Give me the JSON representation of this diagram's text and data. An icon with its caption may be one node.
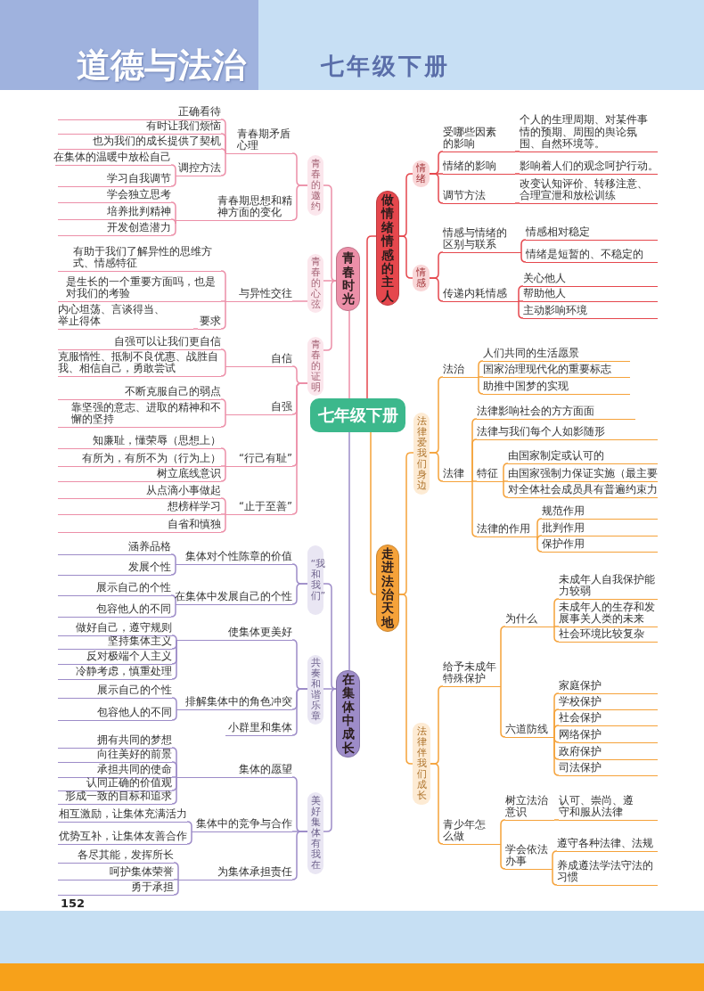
{
  "diagram": {
    "title": "道德与法治",
    "nodes": [
      {
        "text": [
          "七年级下册"
        ]
      },
      {
        "text": [
          "青春时光"
        ]
      },
      {
        "text": [
          "青春的邀约"
        ]
      },
      {
        "text": [
          "青春期矛盾心理"
        ]
      },
      {
        "text": [
          "正确看待"
        ]
      },
      {
        "text": [
          "有时让我们烦恼"
        ]
      },
      {
        "text": [
          "也为我们的成长提供了契机"
        ]
      },
      {
        "text": [
          "调控方法"
        ]
      },
      {
        "text": [
          "在集体的温暖中放松自己"
        ]
      },
      {
        "text": [
          "学习自我调节"
        ]
      },
      {
        "text": [
          "青春期思想和精神方面的变化"
        ]
      },
      {
        "text": [
          "学会独立思考"
        ]
      },
      {
        "text": [
          "培养批判精神"
        ]
      },
      {
        "text": [
          "开发创造潜力"
        ]
      },
      {
        "text": [
          "青春的心弦"
        ]
      },
      {
        "text": [
          "与异性交往"
        ]
      },
      {
        "text": [
          "有助于我们了解异性的思维方式、情感特征"
        ]
      },
      {
        "text": [
          "是生长的一个重要方面吗，也是对我们的考验"
        ]
      },
      {
        "text": [
          "要求"
        ]
      },
      {
        "text": [
          "内心坦荡、言谈得当、举止得体"
        ]
      },
      {
        "text": [
          "青春的证明"
        ]
      },
      {
        "text": [
          "自信"
        ]
      },
      {
        "text": [
          "自强可以让我们更自信"
        ]
      },
      {
        "text": [
          "克服惰性、抵制不良优惠、战胜自我、相信自己，勇敢尝试"
        ]
      },
      {
        "text": [
          "自强"
        ]
      },
      {
        "text": [
          "不断克服自己的弱点"
        ]
      },
      {
        "text": [
          "靠坚强的意志、进取的精神和不懈的坚持"
        ]
      },
      {
        "text": [
          "“行己有耻”"
        ]
      },
      {
        "text": [
          "知廉耻，懂荣辱（思想上）"
        ]
      },
      {
        "text": [
          "有所为，有所不为（行为上）"
        ]
      },
      {
        "text": [
          "树立底线意识"
        ]
      },
      {
        "text": [
          "“止于至善”"
        ]
      },
      {
        "text": [
          "从点滴小事做起"
        ]
      },
      {
        "text": [
          "想榜样学习"
        ]
      },
      {
        "text": [
          "自省和慎独"
        ]
      },
      {
        "text": [
          "做情绪情感的主人"
        ]
      },
      {
        "text": [
          "情绪"
        ]
      },
      {
        "text": [
          "受哪些因素的影响"
        ]
      },
      {
        "text": [
          "个人的生理周期、对某件事情的预期、周围的舆论氛围、自然环境等。"
        ]
      },
      {
        "text": [
          "情绪的影响"
        ]
      },
      {
        "text": [
          "影响着人们的观念呵护行动。"
        ]
      },
      {
        "text": [
          "调节方法"
        ]
      },
      {
        "text": [
          "改变认知评价、转移注意、合理宣泄和放松训练"
        ]
      },
      {
        "text": [
          "情感"
        ]
      },
      {
        "text": [
          "情感与情绪的区别与联系"
        ]
      },
      {
        "text": [
          "情感相对稳定"
        ]
      },
      {
        "text": [
          "情绪是短暂的、不稳定的"
        ]
      },
      {
        "text": [
          "传递内耗情感"
        ]
      },
      {
        "text": [
          "关心他人"
        ]
      },
      {
        "text": [
          "帮助他人"
        ]
      },
      {
        "text": [
          "主动影响环境"
        ]
      },
      {
        "text": [
          "走进法治天地"
        ]
      },
      {
        "text": [
          "法律爱我们身边"
        ]
      },
      {
        "text": [
          "法治"
        ]
      },
      {
        "text": [
          "人们共同的生活愿景"
        ]
      },
      {
        "text": [
          "国家治理现代化的重要标志"
        ]
      },
      {
        "text": [
          "助推中国梦的实现"
        ]
      },
      {
        "text": [
          "法律"
        ]
      },
      {
        "text": [
          "法律影响社会的方方面面"
        ]
      },
      {
        "text": [
          "法律与我们每个人如影随形"
        ]
      },
      {
        "text": [
          "特征"
        ]
      },
      {
        "text": [
          "由国家制定或认可的"
        ]
      },
      {
        "text": [
          "由国家强制力保证实施（最主要"
        ]
      },
      {
        "text": [
          "对全体社会成员具有普遍约束力"
        ]
      },
      {
        "text": [
          "法律的作用"
        ]
      },
      {
        "text": [
          "规范作用"
        ]
      },
      {
        "text": [
          "批判作用"
        ]
      },
      {
        "text": [
          "保护作用"
        ]
      },
      {
        "text": [
          "法律伴我们成长"
        ]
      },
      {
        "text": [
          "给予未成年特殊保护"
        ]
      },
      {
        "text": [
          "为什么"
        ]
      },
      {
        "text": [
          "未成年人自我保护能力较弱"
        ]
      },
      {
        "text": [
          "未成年人的生存和发展事关人类的未来"
        ]
      },
      {
        "text": [
          "社会环境比较复杂"
        ]
      },
      {
        "text": [
          "六道防线"
        ]
      },
      {
        "text": [
          "家庭保护"
        ]
      },
      {
        "text": [
          "学校保护"
        ]
      },
      {
        "text": [
          "社会保护"
        ]
      },
      {
        "text": [
          "网络保护"
        ]
      },
      {
        "text": [
          "政府保护"
        ]
      },
      {
        "text": [
          "司法保护"
        ]
      },
      {
        "text": [
          "青少年怎么做"
        ]
      },
      {
        "text": [
          "树立法治意识"
        ]
      },
      {
        "text": [
          "认可、崇尚、遵守和服从法律"
        ]
      },
      {
        "text": [
          "学会依法办事"
        ]
      },
      {
        "text": [
          "遵守各种法律、法规"
        ]
      },
      {
        "text": [
          "养成遵法学法守法的习惯"
        ]
      },
      {
        "text": [
          "在集体中成长"
        ]
      },
      {
        "text": [
          "“我和我们”"
        ]
      },
      {
        "text": [
          "集体对个性陈章的价值"
        ]
      },
      {
        "text": [
          "涵养品格"
        ]
      },
      {
        "text": [
          "发展个性"
        ]
      },
      {
        "text": [
          "在集体中发展自己的个性"
        ]
      },
      {
        "text": [
          "展示自己的个性"
        ]
      },
      {
        "text": [
          "包容他人的不同"
        ]
      },
      {
        "text": [
          "共奏和谐乐章"
        ]
      },
      {
        "text": [
          "使集体更美好"
        ]
      },
      {
        "text": [
          "做好自己，遵守规则"
        ]
      },
      {
        "text": [
          "坚持集体主义"
        ]
      },
      {
        "text": [
          "反对极端个人主义"
        ]
      },
      {
        "text": [
          "冷静考虑，慎重处理"
        ]
      },
      {
        "text": [
          "排解集体中的角色冲突"
        ]
      },
      {
        "text": [
          "展示自己的个性"
        ]
      },
      {
        "text": [
          "包容他人的不同"
        ]
      },
      {
        "text": [
          "小群里和集体"
        ]
      },
      {
        "text": [
          "美好集体有我在"
        ]
      },
      {
        "text": [
          "集体的愿望"
        ]
      },
      {
        "text": [
          "拥有共同的梦想"
        ]
      },
      {
        "text": [
          "向往美好的前景"
        ]
      },
      {
        "text": [
          "承担共同的使命"
        ]
      },
      {
        "text": [
          "认同正确的价值观"
        ]
      },
      {
        "text": [
          "形成一致的目标和追求"
        ]
      },
      {
        "text": [
          "集体中的竞争与合作"
        ]
      },
      {
        "text": [
          "相互激励，让集体充满活力"
        ]
      },
      {
        "text": [
          "优势互补，让集体友善合作"
        ]
      },
      {
        "text": [
          "为集体承担责任"
        ]
      },
      {
        "text": [
          "各尽其能，发挥所长"
        ]
      },
      {
        "text": [
          "呵护集体荣誉"
        ]
      },
      {
        "text": [
          "勇于承担"
        ]
      }
    ],
    "edges": [
      {
        "from": 0,
        "to": 1,
        "arrow": "none",
        "color": "#ec8fa8"
      },
      {
        "from": 0,
        "to": 35,
        "arrow": "none",
        "color": "#e5474d"
      },
      {
        "from": 0,
        "to": 51,
        "arrow": "none"
      },
      {
        "from": 0,
        "to": 87,
        "arrow": "none",
        "color": "#9d8cc8"
      },
      {
        "from": 1,
        "to": 2,
        "arrow": "none",
        "color": "#ec8fa8"
      },
      {
        "from": 1,
        "to": 14,
        "arrow": "none",
        "color": "#ec8fa8"
      },
      {
        "from": 1,
        "to": 20,
        "arrow": "none",
        "color": "#ec8fa8"
      },
      {
        "from": 2,
        "to": 3,
        "arrow": "none",
        "color": "#ec8fa8"
      },
      {
        "from": 2,
        "to": 10,
        "arrow": "none",
        "color": "#ec8fa8"
      },
      {
        "from": 3,
        "to": 4,
        "arrow": "none",
        "color": "#ec8fa8"
      },
      {
        "from": 3,
        "to": 5,
        "arrow": "none",
        "color": "#ec8fa8"
      },
      {
        "from": 3,
        "to": 6,
        "arrow": "none",
        "color": "#ec8fa8"
      },
      {
        "from": 3,
        "to": 7,
        "arrow": "none",
        "color": "#ec8fa8"
      },
      {
        "from": 7,
        "to": 8,
        "arrow": "none",
        "color": "#ec8fa8"
      },
      {
        "from": 7,
        "to": 9,
        "arrow": "none",
        "color": "#ec8fa8"
      },
      {
        "from": 10,
        "to": 11,
        "arrow": "none",
        "color": "#ec8fa8"
      },
      {
        "from": 10,
        "to": 12,
        "arrow": "none",
        "color": "#ec8fa8"
      },
      {
        "from": 10,
        "to": 13,
        "arrow": "none",
        "color": "#ec8fa8"
      },
      {
        "from": 14,
        "to": 15,
        "arrow": "none",
        "color": "#ec8fa8"
      },
      {
        "from": 15,
        "to": 16,
        "arrow": "none",
        "color": "#ec8fa8"
      },
      {
        "from": 15,
        "to": 17,
        "arrow": "none",
        "color": "#ec8fa8"
      },
      {
        "from": 15,
        "to": 18,
        "arrow": "none",
        "color": "#ec8fa8"
      },
      {
        "from": 18,
        "to": 19,
        "arrow": "none",
        "color": "#ec8fa8"
      },
      {
        "from": 20,
        "to": 21,
        "arrow": "none",
        "color": "#ec8fa8"
      },
      {
        "from": 20,
        "to": 24,
        "arrow": "none",
        "color": "#ec8fa8"
      },
      {
        "from": 20,
        "to": 27,
        "arrow": "none",
        "color": "#ec8fa8"
      },
      {
        "from": 20,
        "to": 31,
        "arrow": "none",
        "color": "#ec8fa8"
      },
      {
        "from": 21,
        "to": 22,
        "arrow": "none",
        "color": "#ec8fa8"
      },
      {
        "from": 21,
        "to": 23,
        "arrow": "none",
        "color": "#ec8fa8"
      },
      {
        "from": 24,
        "to": 25,
        "arrow": "none",
        "color": "#ec8fa8"
      },
      {
        "from": 24,
        "to": 26,
        "arrow": "none",
        "color": "#ec8fa8"
      },
      {
        "from": 27,
        "to": 28,
        "arrow": "none",
        "color": "#ec8fa8"
      },
      {
        "from": 27,
        "to": 29,
        "arrow": "none",
        "color": "#ec8fa8"
      },
      {
        "from": 27,
        "to": 30,
        "arrow": "none",
        "color": "#ec8fa8"
      },
      {
        "from": 31,
        "to": 32,
        "arrow": "none",
        "color": "#ec8fa8"
      },
      {
        "from": 31,
        "to": 33,
        "arrow": "none",
        "color": "#ec8fa8"
      },
      {
        "from": 31,
        "to": 34,
        "arrow": "none",
        "color": "#ec8fa8"
      },
      {
        "from": 35,
        "to": 36,
        "arrow": "none",
        "color": "#e5474d"
      },
      {
        "from": 35,
        "to": 43,
        "arrow": "none",
        "color": "#e5474d"
      },
      {
        "from": 36,
        "to": 37,
        "arrow": "none",
        "color": "#e5474d"
      },
      {
        "from": 36,
        "to": 39,
        "arrow": "none",
        "color": "#e5474d"
      },
      {
        "from": 36,
        "to": 41,
        "arrow": "none",
        "color": "#e5474d"
      },
      {
        "from": 37,
        "to": 38,
        "arrow": "none",
        "color": "#e5474d"
      },
      {
        "from": 39,
        "to": 40,
        "arrow": "none",
        "color": "#e5474d"
      },
      {
        "from": 41,
        "to": 42,
        "arrow": "none",
        "color": "#e5474d"
      },
      {
        "from": 43,
        "to": 44,
        "arrow": "none",
        "color": "#e5474d"
      },
      {
        "from": 43,
        "to": 47,
        "arrow": "none",
        "color": "#e5474d"
      },
      {
        "from": 44,
        "to": 45,
        "arrow": "none",
        "color": "#e5474d"
      },
      {
        "from": 44,
        "to": 46,
        "arrow": "none",
        "color": "#e5474d"
      },
      {
        "from": 47,
        "to": 48,
        "arrow": "none",
        "color": "#e5474d"
      },
      {
        "from": 47,
        "to": 49,
        "arrow": "none",
        "color": "#e5474d"
      },
      {
        "from": 47,
        "to": 50,
        "arrow": "none",
        "color": "#e5474d"
      },
      {
        "from": 51,
        "to": 52,
        "arrow": "none"
      },
      {
        "from": 51,
        "to": 68,
        "arrow": "none"
      },
      {
        "from": 52,
        "to": 53,
        "arrow": "none"
      },
      {
        "from": 52,
        "to": 57,
        "arrow": "none"
      },
      {
        "from": 53,
        "to": 54,
        "arrow": "none"
      },
      {
        "from": 53,
        "to": 55,
        "arrow": "none"
      },
      {
        "from": 53,
        "to": 56,
        "arrow": "none"
      },
      {
        "from": 57,
        "to": 58,
        "arrow": "none"
      },
      {
        "from": 57,
        "to": 59,
        "arrow": "none"
      },
      {
        "from": 57,
        "to": 60,
        "arrow": "none"
      },
      {
        "from": 57,
        "to": 64,
        "arrow": "none"
      },
      {
        "from": 60,
        "to": 61,
        "arrow": "none"
      },
      {
        "from": 60,
        "to": 62,
        "arrow": "none"
      },
      {
        "from": 60,
        "to": 63,
        "arrow": "none"
      },
      {
        "from": 64,
        "to": 65,
        "arrow": "none"
      },
      {
        "from": 64,
        "to": 66,
        "arrow": "none"
      },
      {
        "from": 64,
        "to": 67,
        "arrow": "none"
      },
      {
        "from": 68,
        "to": 69,
        "arrow": "none"
      },
      {
        "from": 68,
        "to": 81,
        "arrow": "none"
      },
      {
        "from": 69,
        "to": 70,
        "arrow": "none"
      },
      {
        "from": 69,
        "to": 74,
        "arrow": "none"
      },
      {
        "from": 70,
        "to": 71,
        "arrow": "none"
      },
      {
        "from": 70,
        "to": 72,
        "arrow": "none"
      },
      {
        "from": 70,
        "to": 73,
        "arrow": "none"
      },
      {
        "from": 74,
        "to": 75,
        "arrow": "none"
      },
      {
        "from": 74,
        "to": 76,
        "arrow": "none"
      },
      {
        "from": 74,
        "to": 77,
        "arrow": "none"
      },
      {
        "from": 74,
        "to": 78,
        "arrow": "none"
      },
      {
        "from": 74,
        "to": 79,
        "arrow": "none"
      },
      {
        "from": 74,
        "to": 80,
        "arrow": "none"
      },
      {
        "from": 81,
        "to": 82,
        "arrow": "none"
      },
      {
        "from": 81,
        "to": 84,
        "arrow": "none"
      },
      {
        "from": 82,
        "to": 83,
        "arrow": "none"
      },
      {
        "from": 84,
        "to": 85,
        "arrow": "none"
      },
      {
        "from": 84,
        "to": 86,
        "arrow": "none"
      },
      {
        "from": 87,
        "to": 88,
        "arrow": "none",
        "color": "#9d8cc8"
      },
      {
        "from": 87,
        "to": 95,
        "arrow": "none",
        "color": "#9d8cc8"
      },
      {
        "from": 87,
        "to": 105,
        "arrow": "none",
        "color": "#9d8cc8"
      },
      {
        "from": 88,
        "to": 89,
        "arrow": "none",
        "color": "#9d8cc8"
      },
      {
        "from": 88,
        "to": 92,
        "arrow": "none",
        "color": "#9d8cc8"
      },
      {
        "from": 89,
        "to": 90,
        "arrow": "none",
        "color": "#9d8cc8"
      },
      {
        "from": 89,
        "to": 91,
        "arrow": "none",
        "color": "#9d8cc8"
      },
      {
        "from": 92,
        "to": 93,
        "arrow": "none",
        "color": "#9d8cc8"
      },
      {
        "from": 92,
        "to": 94,
        "arrow": "none",
        "color": "#9d8cc8"
      },
      {
        "from": 95,
        "to": 96,
        "arrow": "none",
        "color": "#9d8cc8"
      },
      {
        "from": 95,
        "to": 101,
        "arrow": "none",
        "color": "#9d8cc8"
      },
      {
        "from": 95,
        "to": 104,
        "arrow": "none",
        "color": "#9d8cc8"
      },
      {
        "from": 96,
        "to": 97,
        "arrow": "none",
        "color": "#9d8cc8"
      },
      {
        "from": 96,
        "to": 98,
        "arrow": "none",
        "color": "#9d8cc8"
      },
      {
        "from": 96,
        "to": 99,
        "arrow": "none",
        "color": "#9d8cc8"
      },
      {
        "from": 96,
        "to": 100,
        "arrow": "none",
        "color": "#9d8cc8"
      },
      {
        "from": 101,
        "to": 102,
        "arrow": "none",
        "color": "#9d8cc8"
      },
      {
        "from": 101,
        "to": 103,
        "arrow": "none",
        "color": "#9d8cc8"
      },
      {
        "from": 105,
        "to": 106,
        "arrow": "none",
        "color": "#9d8cc8"
      },
      {
        "from": 105,
        "to": 112,
        "arrow": "none",
        "color": "#9d8cc8"
      },
      {
        "from": 105,
        "to": 115,
        "arrow": "none",
        "color": "#9d8cc8"
      },
      {
        "from": 106,
        "to": 107,
        "arrow": "none",
        "color": "#9d8cc8"
      },
      {
        "from": 106,
        "to": 108,
        "arrow": "none",
        "color": "#9d8cc8"
      },
      {
        "from": 106,
        "to": 109,
        "arrow": "none",
        "color": "#9d8cc8"
      },
      {
        "from": 106,
        "to": 110,
        "arrow": "none",
        "color": "#9d8cc8"
      },
      {
        "from": 106,
        "to": 111,
        "arrow": "none",
        "color": "#9d8cc8"
      },
      {
        "from": 112,
        "to": 113,
        "arrow": "none",
        "color": "#9d8cc8"
      },
      {
        "from": 112,
        "to": 114,
        "arrow": "none",
        "color": "#9d8cc8"
      },
      {
        "from": 115,
        "to": 116,
        "arrow": "none",
        "color": "#9d8cc8"
      },
      {
        "from": 115,
        "to": 117,
        "arrow": "none",
        "color": "#9d8cc8"
      },
      {
        "from": 115,
        "to": 118,
        "arrow": "none",
        "color": "#9d8cc8"
      }
    ],
    "labels": [
      "七年级下册",
      "152"
    ]
  }
}
